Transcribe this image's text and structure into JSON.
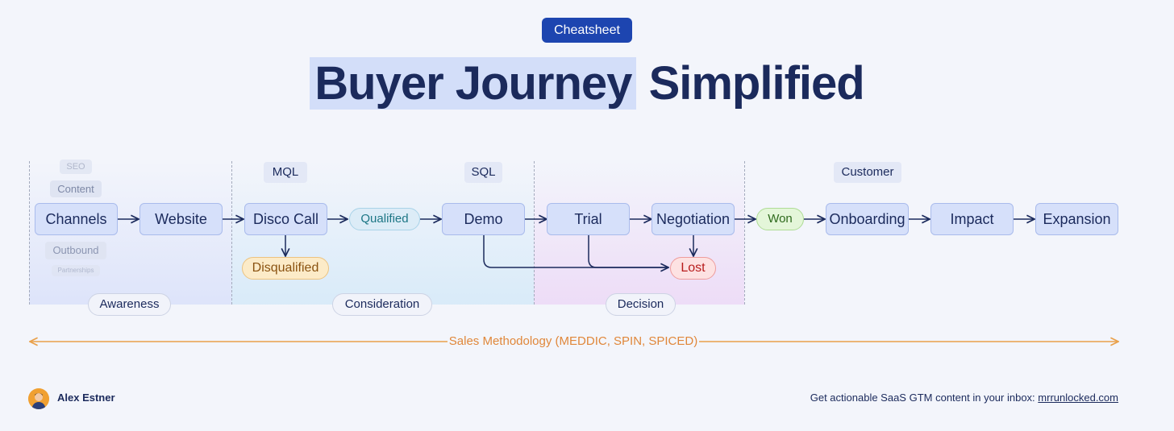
{
  "badge": "Cheatsheet",
  "title": {
    "highlight": "Buyer Journey",
    "rest": "Simplified"
  },
  "stages": {
    "mql": "MQL",
    "sql": "SQL",
    "customer": "Customer"
  },
  "channel_chips": [
    "SEO",
    "Content",
    "Outbound",
    "Partnerships"
  ],
  "nodes": {
    "channels": "Channels",
    "website": "Website",
    "disco_call": "Disco Call",
    "qualified": "Qualified",
    "disqualified": "Disqualified",
    "demo": "Demo",
    "trial": "Trial",
    "negotiation": "Negotiation",
    "lost": "Lost",
    "won": "Won",
    "onboarding": "Onboarding",
    "impact": "Impact",
    "expansion": "Expansion"
  },
  "phases": {
    "awareness": "Awareness",
    "consideration": "Consideration",
    "decision": "Decision"
  },
  "methodology": "Sales Methodology (MEDDIC, SPIN, SPICED)",
  "author": "Alex Estner",
  "footer": {
    "text": "Get actionable SaaS GTM content in your inbox:",
    "link": "mrrunlocked.com"
  },
  "colors": {
    "node_fill": "#d6e0fa",
    "node_border": "#a9bbec",
    "badge": "#1d45b0",
    "text": "#1b2a5c",
    "methodology": "#e0873a"
  }
}
